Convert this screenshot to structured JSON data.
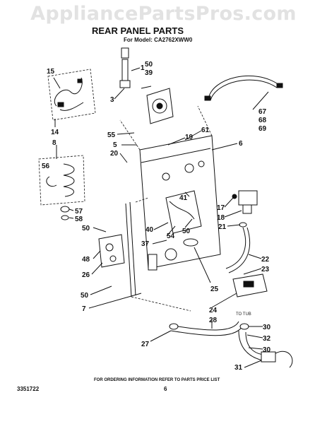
{
  "watermark": "AppliancePartsPros.com",
  "title": "REAR PANEL PARTS",
  "model_line": "For Model: CA2762XWW0",
  "footer": {
    "ordering_note": "FOR ORDERING INFORMATION REFER TO PARTS PRICE LIST",
    "doc_number": "3351722",
    "page_number": "6"
  },
  "callouts": {
    "c1": "1",
    "c50a": "50",
    "c39": "39",
    "c3": "3",
    "c15": "15",
    "c14": "14",
    "c8": "8",
    "c56": "56",
    "c57": "57",
    "c58": "58",
    "c50b": "50",
    "c48": "48",
    "c26": "26",
    "c50c": "50",
    "c7": "7",
    "c55": "55",
    "c5": "5",
    "c20": "20",
    "c19": "19",
    "c61": "61",
    "c6": "6",
    "c67": "67",
    "c68": "68",
    "c69": "69",
    "c41": "41",
    "c40": "40",
    "c54": "54",
    "c50d": "50",
    "c37": "37",
    "c17": "17",
    "c18": "18",
    "c21": "21",
    "c22": "22",
    "c23": "23",
    "c25": "25",
    "c24": "24",
    "c28": "28",
    "c27": "27",
    "c30a": "30",
    "c32": "32",
    "c30b": "30",
    "c31": "31"
  },
  "tub_label": "TO TUB"
}
